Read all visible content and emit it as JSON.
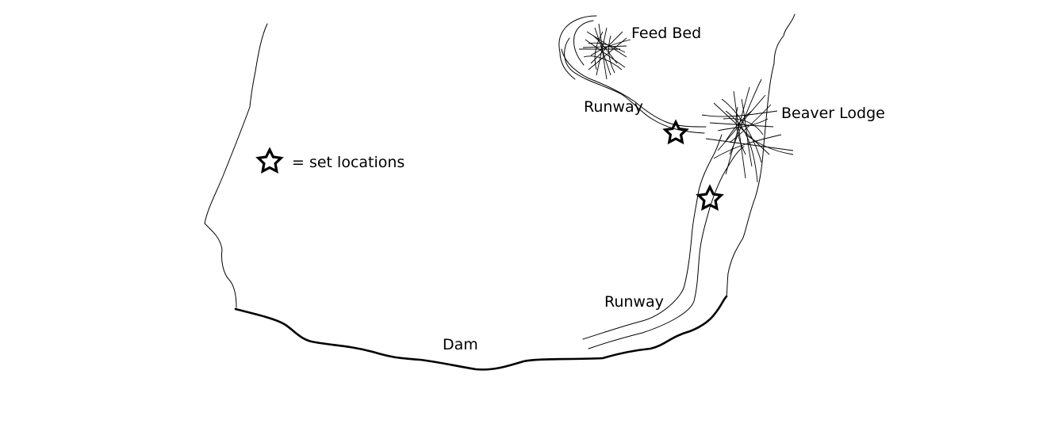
{
  "legend": {
    "symbol_icon": "star-outline-icon",
    "text": "= set locations"
  },
  "labels": {
    "feed_bed": "Feed Bed",
    "runway_upper": "Runway",
    "beaver_lodge": "Beaver Lodge",
    "runway_lower": "Runway",
    "dam": "Dam"
  },
  "colors": {
    "ink": "#000000",
    "background": "#ffffff"
  }
}
